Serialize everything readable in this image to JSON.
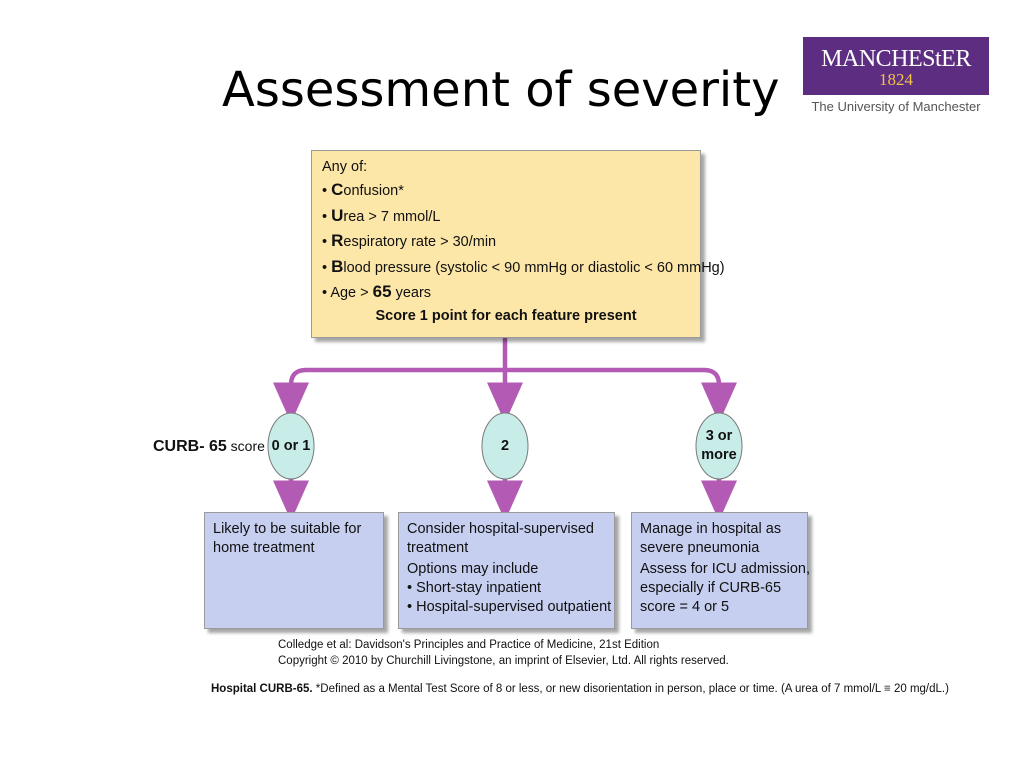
{
  "slide": {
    "title": "Assessment of severity"
  },
  "logo": {
    "name": "MANCHEStER",
    "year": "1824",
    "subtitle": "The University of Manchester",
    "colors": {
      "background": "#5c2d80",
      "year": "#f3c24a"
    }
  },
  "diagram": {
    "criteria": {
      "heading": "Any of:",
      "items": [
        {
          "first": "C",
          "rest": "onfusion*"
        },
        {
          "first": "U",
          "rest": "rea > 7 mmol/L"
        },
        {
          "first": "R",
          "rest": "espiratory rate > 30/min"
        },
        {
          "first": "B",
          "rest": "lood pressure (systolic < 90 mmHg or diastolic < 60 mmHg)"
        }
      ],
      "age_prefix": "Age > ",
      "age_value": "65",
      "age_suffix": " years",
      "bullet": "• ",
      "score_line": "Score 1 point for each feature present"
    },
    "curb_label": {
      "strong": "CURB- 65",
      "word": " score"
    },
    "scores": [
      {
        "line1": "0 or 1",
        "line2": ""
      },
      {
        "line1": "2",
        "line2": ""
      },
      {
        "line1": "3 or",
        "line2": "more"
      }
    ],
    "outcomes": {
      "low": {
        "lines": [
          "Likely to be suitable for",
          "home treatment"
        ]
      },
      "moderate": {
        "lines": [
          "Consider hospital-supervised",
          "treatment"
        ],
        "options": [
          "Options may include",
          "• Short-stay inpatient",
          "• Hospital-supervised outpatient"
        ]
      },
      "high": {
        "lines": [
          "Manage in hospital as",
          "severe pneumonia"
        ],
        "options": [
          "Assess for ICU admission,",
          "especially if CURB-65",
          "score = 4 or 5"
        ]
      }
    },
    "colors": {
      "criteria_box": "#fde7a8",
      "outcome_box": "#c6cff0",
      "oval": "#c8ece8",
      "arrow": "#b35ab5"
    }
  },
  "citation": {
    "line1": "Colledge et al: Davidson's Principles and Practice of Medicine, 21st Edition",
    "line2": "Copyright © 2010 by Churchill Livingstone, an imprint of Elsevier, Ltd. All rights reserved."
  },
  "footnote": {
    "bold": "Hospital CURB-65.",
    "text": " *Defined as a Mental Test Score of 8 or less, or new disorientation in person, place or time. (A urea of 7 mmol/L ≡ 20 mg/dL.)"
  }
}
